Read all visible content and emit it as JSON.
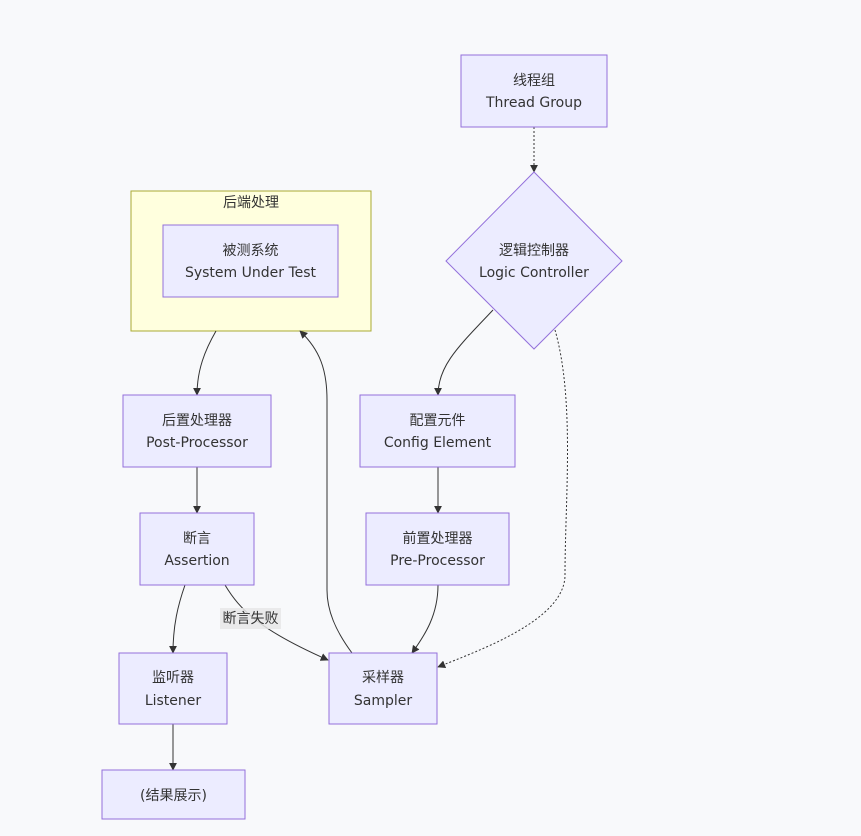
{
  "nodes": {
    "thread_group": {
      "line1": "线程组",
      "line2": "Thread Group"
    },
    "logic_controller": {
      "line1": "逻辑控制器",
      "line2": "Logic Controller"
    },
    "config_element": {
      "line1": "配置元件",
      "line2": "Config Element"
    },
    "pre_processor": {
      "line1": "前置处理器",
      "line2": "Pre-Processor"
    },
    "sampler": {
      "line1": "采样器",
      "line2": "Sampler"
    },
    "sut": {
      "line1": "被测系统",
      "line2": "System Under Test"
    },
    "post_processor": {
      "line1": "后置处理器",
      "line2": "Post-Processor"
    },
    "assertion": {
      "line1": "断言",
      "line2": "Assertion"
    },
    "listener": {
      "line1": "监听器",
      "line2": "Listener"
    },
    "result": {
      "line1": "(结果展示)"
    }
  },
  "cluster": {
    "title": "后端处理"
  },
  "edge_labels": {
    "assertion_fail": "断言失败"
  },
  "colors": {
    "node_fill": "#ECECFF",
    "node_stroke": "#9370DB",
    "cluster_fill": "#ffffde",
    "cluster_stroke": "#aaaa33",
    "line": "#333333",
    "background": "#f8f9fb"
  }
}
